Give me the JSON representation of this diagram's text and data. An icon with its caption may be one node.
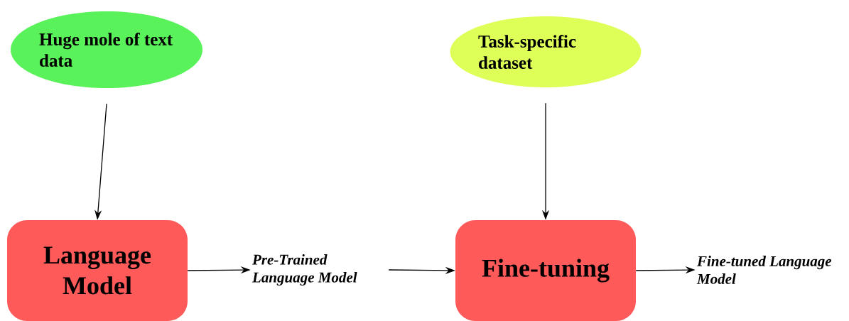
{
  "diagram": {
    "nodes": [
      {
        "text": [
          "Huge mole of text data"
        ]
      },
      {
        "text": [
          "Task-specific dataset"
        ]
      },
      {
        "text": [
          "Language Model"
        ]
      },
      {
        "text": [
          "Pre-Trained Language Model"
        ]
      },
      {
        "text": [
          "Fine-tuning"
        ]
      },
      {
        "text": [
          "Fine-tuned Language Model"
        ]
      }
    ],
    "edges": [
      {
        "from": 0,
        "to": 2,
        "arrow": "to"
      },
      {
        "from": 2,
        "to": 3,
        "arrow": "to"
      },
      {
        "from": 3,
        "to": 4,
        "arrow": "to"
      },
      {
        "from": 1,
        "to": 4,
        "arrow": "to"
      },
      {
        "from": 4,
        "to": 5,
        "arrow": "to"
      }
    ]
  }
}
